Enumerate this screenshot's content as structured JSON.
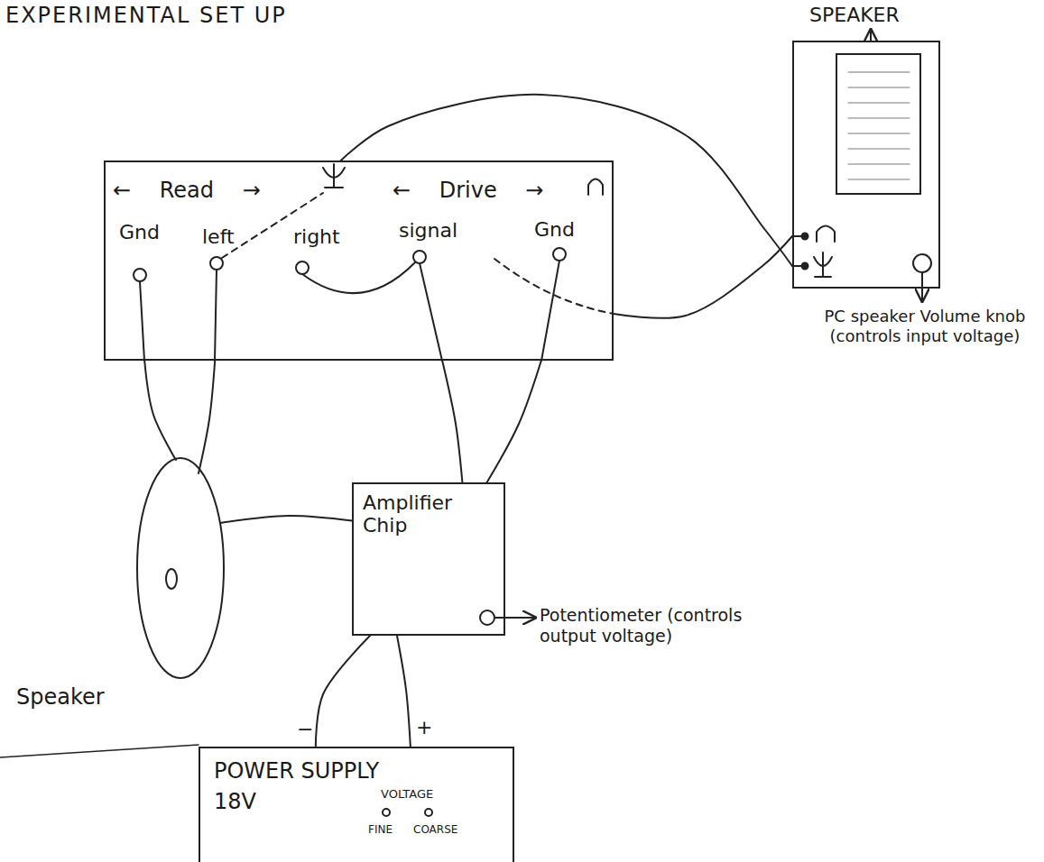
{
  "diagram": {
    "title": "EXPERIMENTAL SET UP",
    "nodes": [
      {
        "text": [
          "← Read →",
          "← Drive →",
          "Gnd",
          "left",
          "right",
          "signal",
          "Gnd"
        ]
      },
      {
        "text": [
          "SPEAKER"
        ]
      },
      {
        "text": [
          "Speaker"
        ]
      },
      {
        "text": [
          "Amplifier Chip"
        ]
      },
      {
        "text": [
          "POWER SUPPLY",
          "18V",
          "VOLTAGE",
          "FINE",
          "COARSE"
        ]
      }
    ],
    "edges": [
      {
        "from": 0,
        "to": 2,
        "arrow": "none"
      },
      {
        "from": 0,
        "to": 2,
        "arrow": "none"
      },
      {
        "from": 0,
        "to": 3,
        "arrow": "none"
      },
      {
        "from": 0,
        "to": 3,
        "arrow": "none"
      },
      {
        "from": 3,
        "to": 2,
        "arrow": "none"
      },
      {
        "from": 4,
        "to": 3,
        "arrow": "none"
      },
      {
        "from": 4,
        "to": 3,
        "arrow": "none"
      },
      {
        "from": 0,
        "to": 1,
        "arrow": "none"
      },
      {
        "from": 0,
        "to": 1,
        "arrow": "none"
      }
    ],
    "labels": [
      "−",
      "+",
      "Potentiometer (controls output voltage)",
      "PC speaker Volume knob (controls input voltage)"
    ]
  }
}
